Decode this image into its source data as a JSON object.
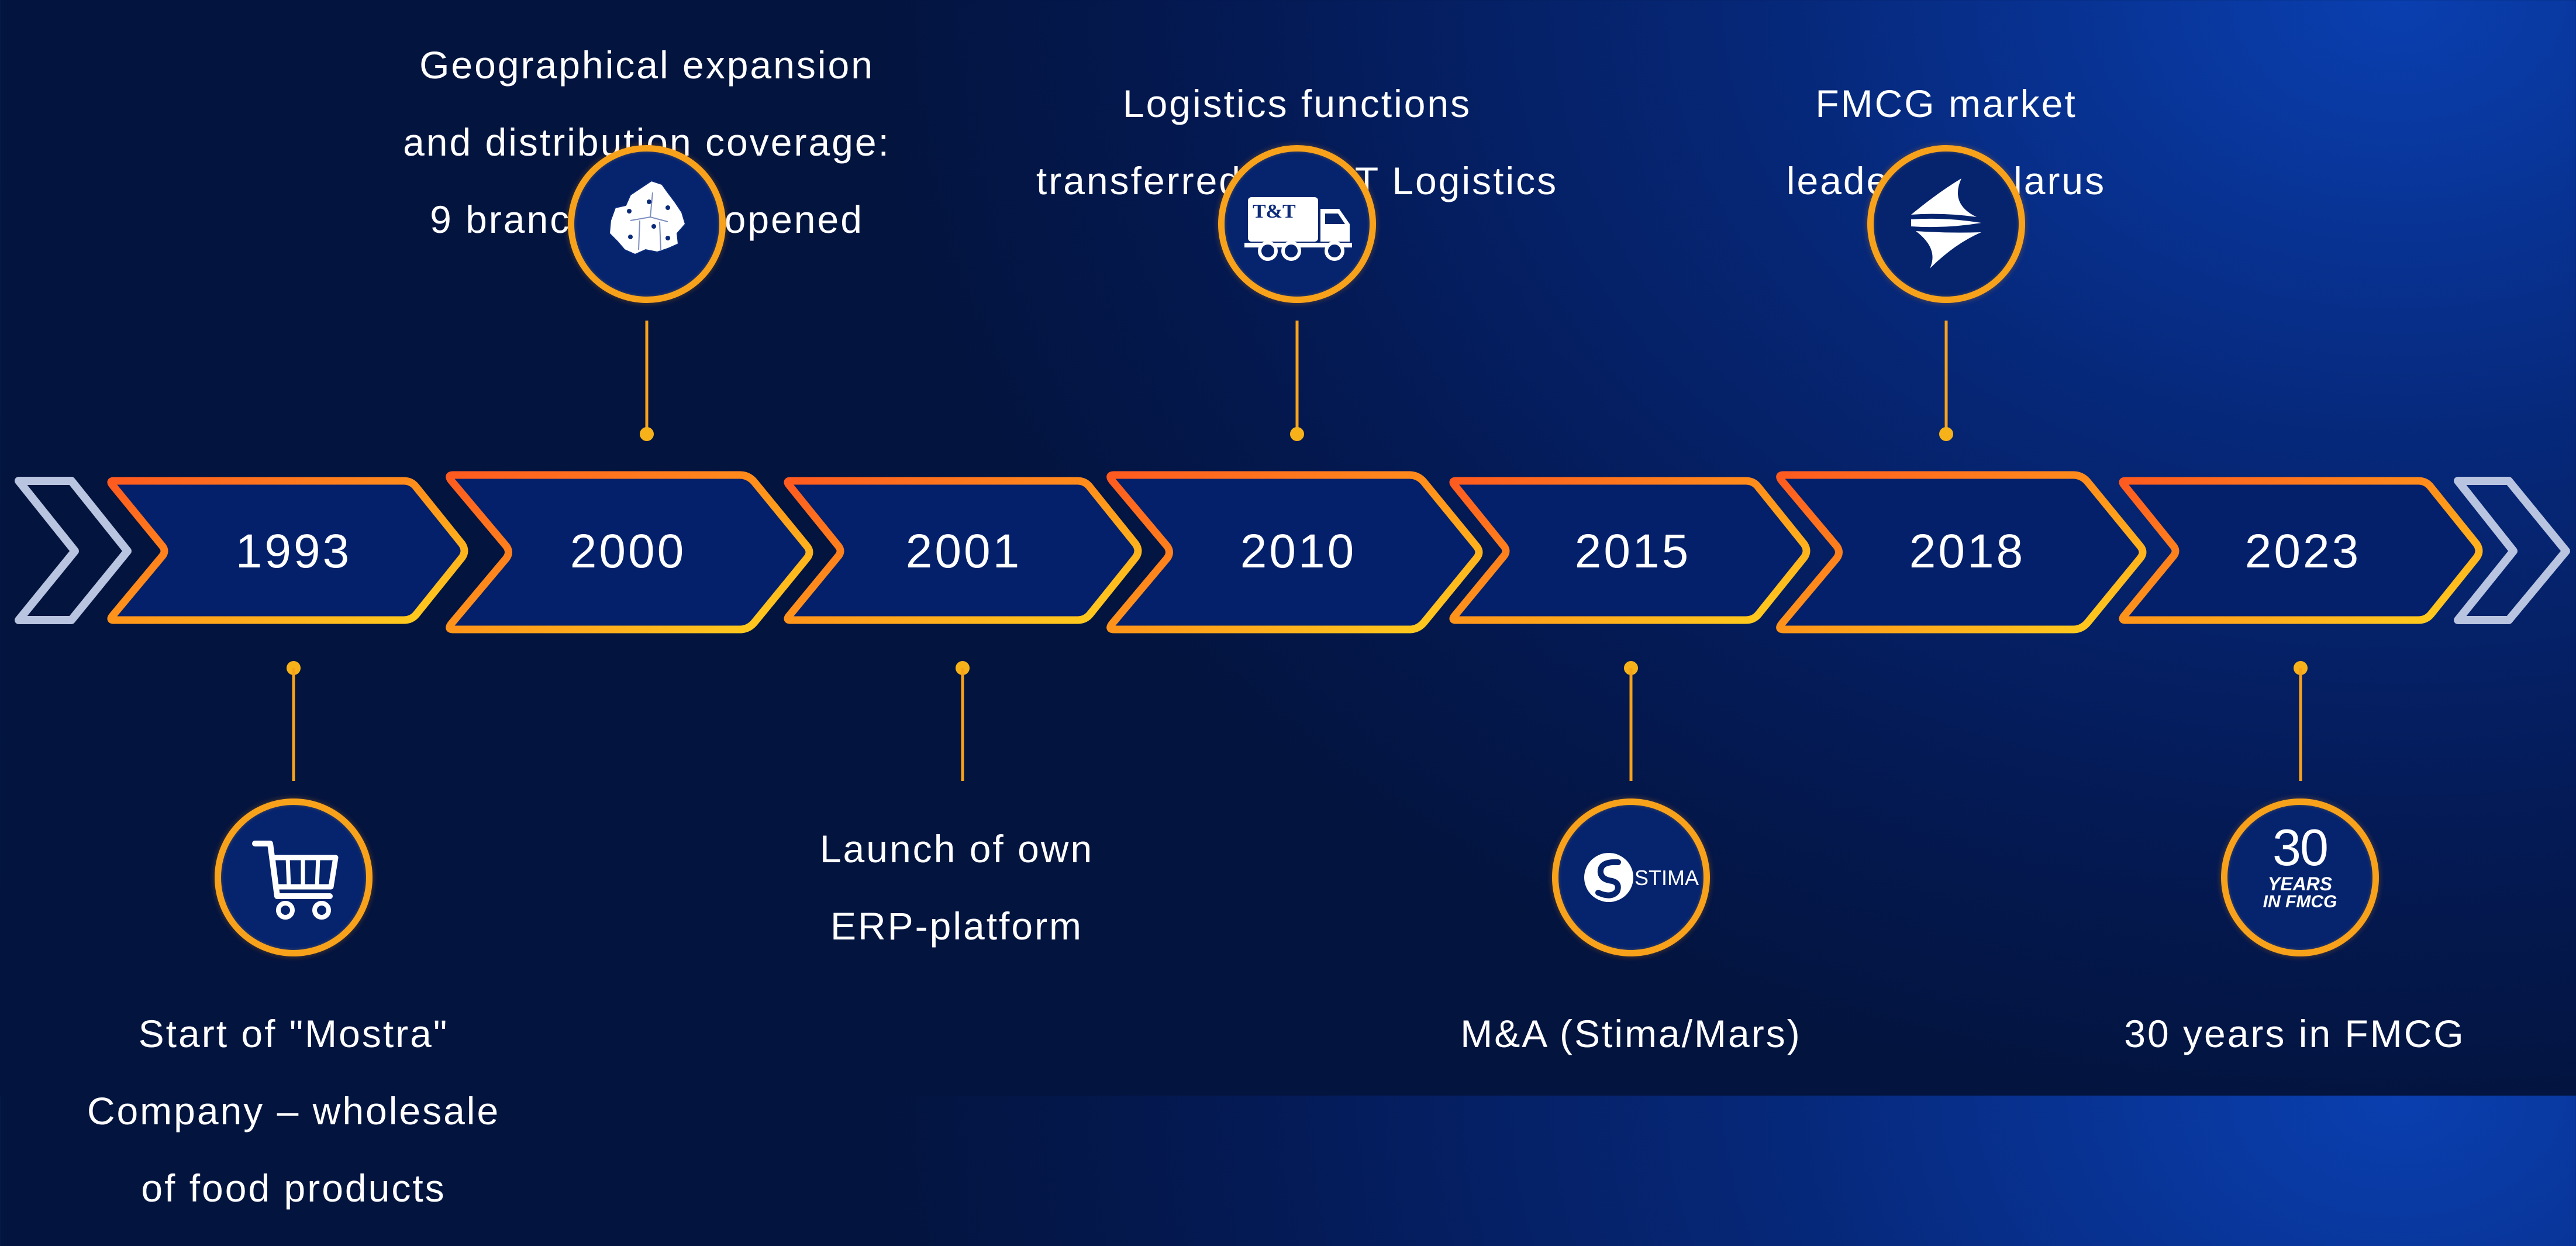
{
  "timeline": {
    "years": [
      "1993",
      "2000",
      "2001",
      "2010",
      "2015",
      "2018",
      "2023"
    ]
  },
  "milestones_top": {
    "m2000": {
      "line1": "Geographical expansion",
      "line2": "and distribution coverage:",
      "line3": "9 branches are opened",
      "icon": "belarus-map-icon"
    },
    "m2010": {
      "line1": "Logistics functions",
      "line2": "transferred to T&T Logistics",
      "icon": "truck-icon",
      "truck_text": "T&T"
    },
    "m2018": {
      "line1": "FMCG market",
      "line2": "leader in Belarus",
      "icon": "company-logo-icon"
    }
  },
  "milestones_bottom": {
    "m1993": {
      "line1": "Start of \"Mostra\"",
      "line2": "Company – wholesale",
      "line3": "of food products",
      "icon": "shopping-cart-icon"
    },
    "m2001": {
      "line1": "Launch of own",
      "line2": "ERP-platform"
    },
    "m2015": {
      "line1": "M&A (Stima/Mars)",
      "icon": "stima-logo-icon",
      "logo_text": "STIMA"
    },
    "m2023": {
      "line1": "30 years in FMCG",
      "icon": "30-years-badge-icon",
      "badge_number": "30",
      "badge_line1": "YEARS",
      "badge_line2": "IN FMCG"
    }
  },
  "colors": {
    "accent_orange": "#f7a21a",
    "arrow_gradient_start": "#ff5a1f",
    "arrow_gradient_end": "#ffd21f",
    "end_chevron": "#b8c4e0",
    "background": "#041a55"
  }
}
